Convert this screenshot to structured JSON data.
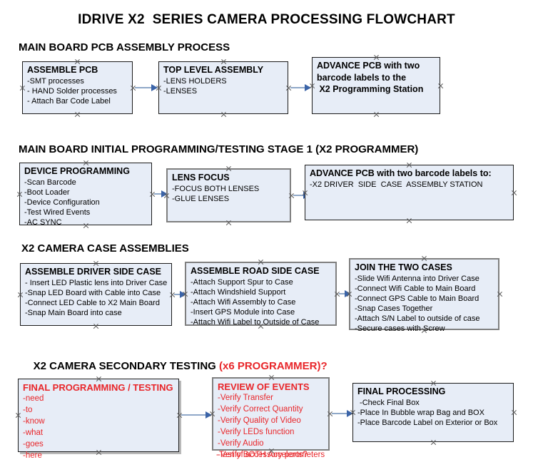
{
  "title": "IDRIVE X2  SERIES CAMERA PROCESSING FLOWCHART",
  "accent_color": "#e8262a",
  "box_fill": "#e7edf7",
  "connector_color": "#8fa8c8",
  "arrowhead_color": "#3b64a8",
  "sections": [
    {
      "heading": "MAIN BOARD PCB ASSEMBLY PROCESS",
      "heading_accent": "",
      "nodes": [
        {
          "title": "ASSEMBLE PCB",
          "items": [
            "-SMT processes",
            "- HAND Solder processes",
            "- Attach Bar Code Label"
          ]
        },
        {
          "title": "TOP LEVEL ASSEMBLY",
          "items": [
            "-LENS HOLDERS",
            "-LENSES"
          ]
        },
        {
          "title": "ADVANCE PCB with two",
          "items": [
            "barcode labels to the",
            " X2 Programming Station"
          ]
        }
      ]
    },
    {
      "heading": "MAIN BOARD INITIAL PROGRAMMING/TESTING STAGE 1 (X2 PROGRAMMER)",
      "heading_accent": "",
      "nodes": [
        {
          "title": "DEVICE PROGRAMMING",
          "items": [
            "-Scan Barcode",
            "-Boot Loader",
            "-Device Configuration",
            "-Test Wired Events",
            "-AC SYNC"
          ]
        },
        {
          "title": "LENS FOCUS",
          "items": [
            "-FOCUS BOTH LENSES",
            "-GLUE LENSES"
          ]
        },
        {
          "title": "ADVANCE PCB with two barcode labels to:",
          "items": [
            "-X2 DRIVER  SIDE  CASE  ASSEMBLY STATION"
          ]
        }
      ]
    },
    {
      "heading": "X2 CAMERA CASE ASSEMBLIES",
      "heading_accent": "",
      "nodes": [
        {
          "title": "ASSEMBLE DRIVER SIDE CASE",
          "items": [
            "- Insert LED Plastic lens into Driver Case",
            "-Snap LED Board with Cable into Case",
            "-Connect LED Cable to X2 Main Board",
            "-Snap Main Board into case"
          ]
        },
        {
          "title": "ASSEMBLE ROAD SIDE CASE",
          "items": [
            "-Attach Support Spur to Case",
            "-Attach Windshield Support",
            "-Attach Wifi Assembly to Case",
            "-Insert GPS Module into Case",
            "-Attach Wifi Label to Outside of Case"
          ]
        },
        {
          "title": "JOIN THE TWO CASES",
          "items": [
            "-Slide Wifi Antenna into Driver Case",
            "-Connect Wifi Cable to Main Board",
            "-Connect GPS Cable to Main Board",
            "-Snap Cases Together",
            "-Attach S/N Label to outside of case",
            "-Secure cases with Screw"
          ]
        }
      ]
    },
    {
      "heading": "X2 CAMERA SECONDARY TESTING ",
      "heading_accent": "(x6 PROGRAMMER)?",
      "nodes": [
        {
          "title": "FINAL PROGRAMMING / TESTING",
          "items": [
            "-need",
            "-to",
            "-know",
            "-what",
            "-goes",
            "-here"
          ]
        },
        {
          "title": "REVIEW OF EVENTS",
          "items": [
            "-Verify Transfer",
            "-Verify Correct Quantity",
            "-Verify Quality of Video",
            "-Verify LEDs function",
            "-Verify Audio",
            "-Verify BOTH Accelerometers"
          ],
          "overflow_item": "-Test of accessory ports?"
        },
        {
          "title": "FINAL PROCESSING",
          "items": [
            " -Check Final Box",
            "-Place In Bubble wrap Bag and BOX",
            "-Place Barcode Label on Exterior or Box"
          ]
        }
      ]
    }
  ]
}
